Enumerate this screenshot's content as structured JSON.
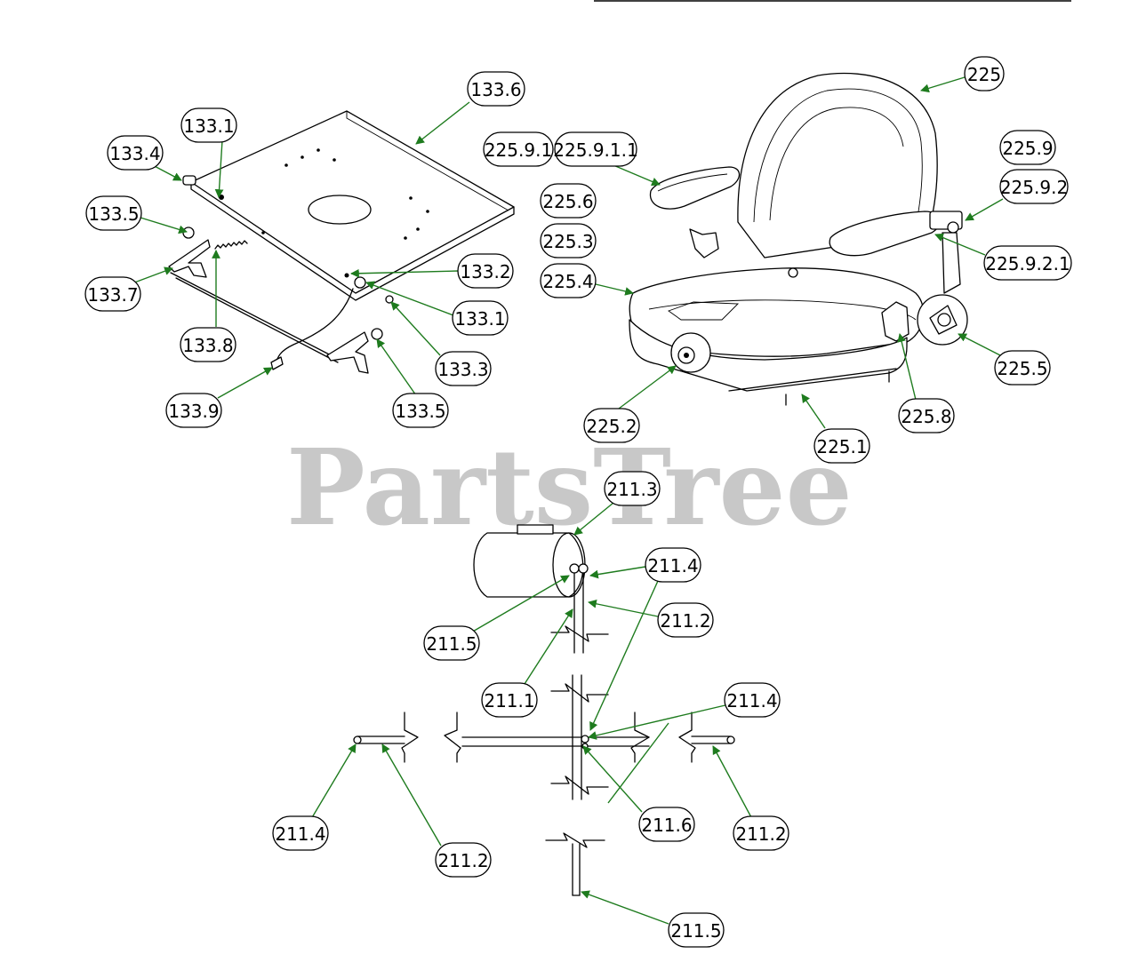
{
  "watermark": "PartsTree",
  "colors": {
    "leader": "#1e7b1e",
    "outline": "#000000",
    "watermark": "#c8c8c8"
  },
  "callouts": [
    {
      "id": "c-133-6",
      "label": "133.6"
    },
    {
      "id": "c-133-1a",
      "label": "133.1"
    },
    {
      "id": "c-133-4",
      "label": "133.4"
    },
    {
      "id": "c-133-5a",
      "label": "133.5"
    },
    {
      "id": "c-133-7",
      "label": "133.7"
    },
    {
      "id": "c-133-8",
      "label": "133.8"
    },
    {
      "id": "c-133-2",
      "label": "133.2"
    },
    {
      "id": "c-133-1b",
      "label": "133.1"
    },
    {
      "id": "c-133-3",
      "label": "133.3"
    },
    {
      "id": "c-133-9",
      "label": "133.9"
    },
    {
      "id": "c-133-5b",
      "label": "133.5"
    },
    {
      "id": "c-225",
      "label": "225"
    },
    {
      "id": "c-225-9-1",
      "label": "225.9.1"
    },
    {
      "id": "c-225-9-1-1",
      "label": "225.9.1.1"
    },
    {
      "id": "c-225-9",
      "label": "225.9"
    },
    {
      "id": "c-225-9-2",
      "label": "225.9.2"
    },
    {
      "id": "c-225-6",
      "label": "225.6"
    },
    {
      "id": "c-225-3",
      "label": "225.3"
    },
    {
      "id": "c-225-4",
      "label": "225.4"
    },
    {
      "id": "c-225-9-2-1",
      "label": "225.9.2.1"
    },
    {
      "id": "c-225-5",
      "label": "225.5"
    },
    {
      "id": "c-225-8",
      "label": "225.8"
    },
    {
      "id": "c-225-2",
      "label": "225.2"
    },
    {
      "id": "c-225-1",
      "label": "225.1"
    },
    {
      "id": "c-211-3",
      "label": "211.3"
    },
    {
      "id": "c-211-4a",
      "label": "211.4"
    },
    {
      "id": "c-211-2a",
      "label": "211.2"
    },
    {
      "id": "c-211-5a",
      "label": "211.5"
    },
    {
      "id": "c-211-1",
      "label": "211.1"
    },
    {
      "id": "c-211-4b",
      "label": "211.4"
    },
    {
      "id": "c-211-4c",
      "label": "211.4"
    },
    {
      "id": "c-211-2b",
      "label": "211.2"
    },
    {
      "id": "c-211-6",
      "label": "211.6"
    },
    {
      "id": "c-211-2c",
      "label": "211.2"
    },
    {
      "id": "c-211-5b",
      "label": "211.5"
    }
  ]
}
